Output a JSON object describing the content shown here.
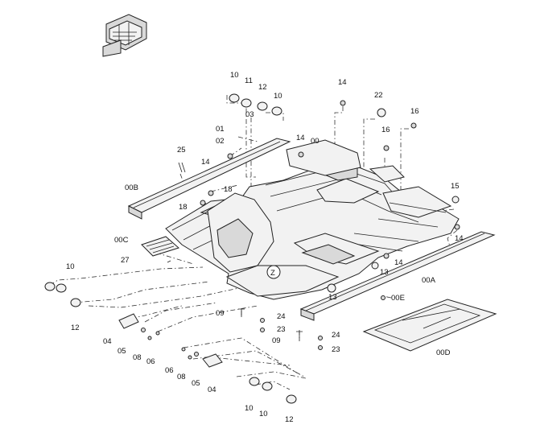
{
  "callouts": [
    {
      "text": "10"
    },
    {
      "text": "11"
    },
    {
      "text": "12"
    },
    {
      "text": "10"
    },
    {
      "text": "14"
    },
    {
      "text": "22"
    },
    {
      "text": "16"
    },
    {
      "text": "03"
    },
    {
      "text": "01"
    },
    {
      "text": "02"
    },
    {
      "text": "14"
    },
    {
      "text": "00"
    },
    {
      "text": "16"
    },
    {
      "text": "25"
    },
    {
      "text": "14"
    },
    {
      "text": "00B"
    },
    {
      "text": "18"
    },
    {
      "text": "18"
    },
    {
      "text": "15"
    },
    {
      "text": "14"
    },
    {
      "text": "00C"
    },
    {
      "text": "27"
    },
    {
      "text": "14"
    },
    {
      "text": "13"
    },
    {
      "text": "00A"
    },
    {
      "text": "10"
    },
    {
      "text": "12"
    },
    {
      "text": "13"
    },
    {
      "text": "00E"
    },
    {
      "text": "09"
    },
    {
      "text": "24"
    },
    {
      "text": "23"
    },
    {
      "text": "09"
    },
    {
      "text": "24"
    },
    {
      "text": "23"
    },
    {
      "text": "04"
    },
    {
      "text": "05"
    },
    {
      "text": "08"
    },
    {
      "text": "06"
    },
    {
      "text": "06"
    },
    {
      "text": "08"
    },
    {
      "text": "05"
    },
    {
      "text": "04"
    },
    {
      "text": "00D"
    },
    {
      "text": "10"
    },
    {
      "text": "10"
    },
    {
      "text": "12"
    }
  ],
  "view_marker": "Z"
}
